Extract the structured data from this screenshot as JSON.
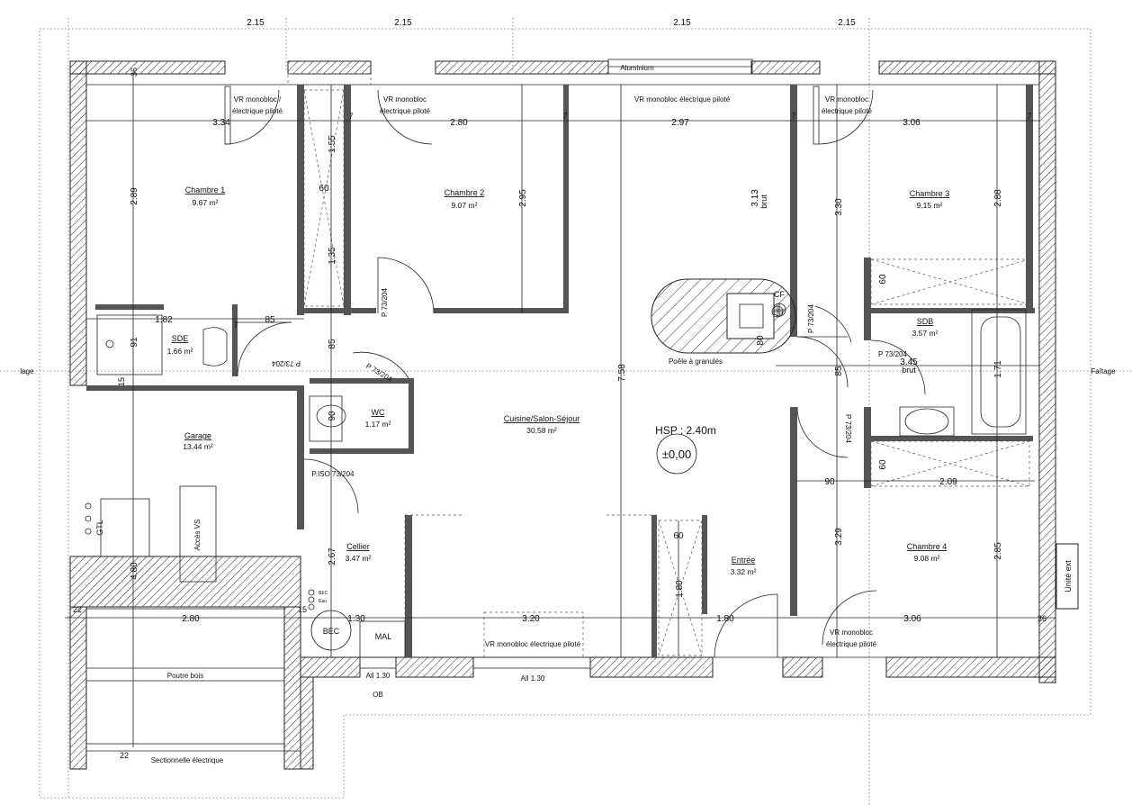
{
  "top_dims": [
    "2.15",
    "2.15",
    "2.15",
    "2.15"
  ],
  "labels": {
    "aluminium": "Aluminium",
    "vr_pilote": "VR monobloc électrique piloté",
    "vr_slash_1": "VR monobloc /",
    "vr_slash_2": "électrique piloté",
    "vr_1": "VR monobloc",
    "vr_2": "électrique piloté",
    "vr_bottom": "VR monobloc électrique piloté",
    "all_130": "All 1.30",
    "ob": "OB",
    "mal": "MAL",
    "bec": "BEC",
    "poele": "Poêle à granulés",
    "cf": "CF",
    "hsp": "HSP : 2.40m",
    "level": "±0,00",
    "poutre": "Poutre bois",
    "sectionnelle": "Sectionnelle électrique",
    "gtl": "GTL",
    "acces_vs": "Accès VS",
    "unite_ext": "Unité ext",
    "lage": "lage",
    "faitage": "Faîtage",
    "brut": "brut",
    "bec_small": "BEC",
    "eau_small": "Eau",
    "p73_204": "P 73/204",
    "piso": "P.ISO 73/204"
  },
  "rooms": [
    {
      "name": "Chambre 1",
      "area": "9.67 m²"
    },
    {
      "name": "Chambre 2",
      "area": "9.07 m²"
    },
    {
      "name": "Chambre 3",
      "area": "9.15 m²"
    },
    {
      "name": "SDE",
      "area": "1.66 m²"
    },
    {
      "name": "SDB",
      "area": "3.57 m²"
    },
    {
      "name": "WC",
      "area": "1.17 m²"
    },
    {
      "name": "Garage",
      "area": "13.44 m²"
    },
    {
      "name": "Cuisine/Salon-Séjour",
      "area": "30.58 m²"
    },
    {
      "name": "Cellier",
      "area": "3.47 m²"
    },
    {
      "name": "Entrée",
      "area": "3.32 m²"
    },
    {
      "name": "Chambre 4",
      "area": "9.08 m²"
    }
  ],
  "dims": {
    "d334": "3.34",
    "d280a": "2.80",
    "d297": "2.97",
    "d306a": "3.06",
    "d289": "2.89",
    "d295": "2.95",
    "d313": "3.13",
    "d330": "3.30",
    "d288": "2.88",
    "d182": "1.82",
    "d85a": "85",
    "d91": "91",
    "d15a": "15",
    "d36a": "36",
    "d155": "1.55",
    "d60a": "60",
    "d135": "1.35",
    "d7": "7",
    "d85b": "85",
    "d90a": "90",
    "d758": "7.58",
    "d80": "80",
    "d345": "3.45",
    "d85c": "85",
    "d60b": "60",
    "d171": "1.71",
    "d90b": "90",
    "d209": "2.09",
    "d60c": "60",
    "d267": "2.67",
    "d60d": "60",
    "d180a": "1.80",
    "d329": "3.29",
    "d285": "2.85",
    "d22a": "22",
    "d280b": "2.80",
    "d15b": "15",
    "d130": "1.30",
    "d320": "3.20",
    "d180b": "1.80",
    "d306b": "3.06",
    "d36b": "36",
    "d480": "4.80",
    "d22b": "22"
  }
}
